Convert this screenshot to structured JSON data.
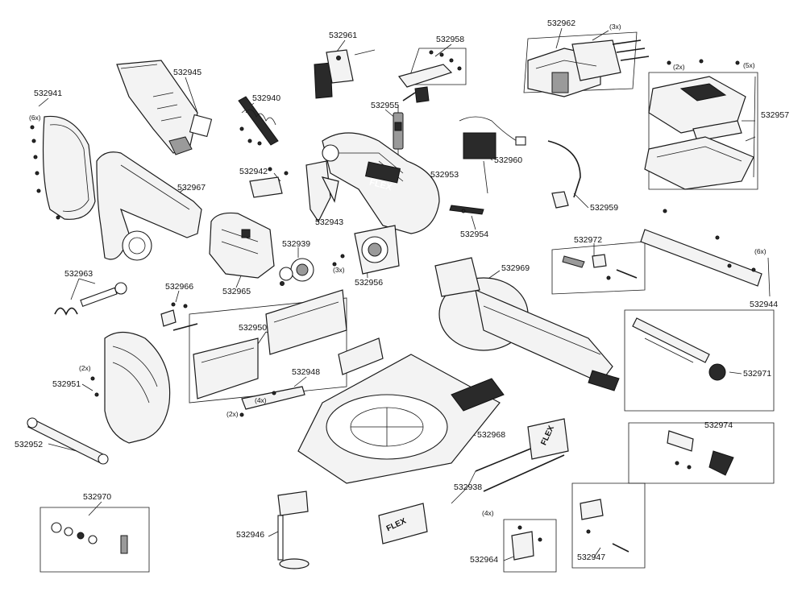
{
  "diagram": {
    "part_numbers": {
      "p532941": "532941",
      "p532945": "532945",
      "p532940": "532940",
      "p532961": "532961",
      "p532958": "532958",
      "p532962": "532962",
      "p532957": "532957",
      "p532955": "532955",
      "p532953": "532953",
      "p532960": "532960",
      "p532942": "532942",
      "p532943": "532943",
      "p532967": "532967",
      "p532954": "532954",
      "p532959": "532959",
      "p532939": "532939",
      "p532956": "532956",
      "p532965": "532965",
      "p532972": "532972",
      "p532944": "532944",
      "p532963": "532963",
      "p532966": "532966",
      "p532969": "532969",
      "p532950": "532950",
      "p532971": "532971",
      "p532951": "532951",
      "p532948": "532948",
      "p532968": "532968",
      "p532974": "532974",
      "p532952": "532952",
      "p532938": "532938",
      "p532970": "532970",
      "p532946": "532946",
      "p532964": "532964",
      "p532947": "532947"
    },
    "quantities": {
      "q_6x_left": "(6x)",
      "q_3x_top": "(3x)",
      "q_2x_case": "(2x)",
      "q_5x_case": "(5x)",
      "q_3x_mid": "(3x)",
      "q_6x_right": "(6x)",
      "q_2x_guard": "(2x)",
      "q_4x_fence": "(4x)",
      "q_2x_fence": "(2x)",
      "q_4x_rails": "(4x)"
    },
    "brand_marks": [
      "FLEX",
      "FLEX",
      "FLEX"
    ],
    "colors": {
      "line": "#1a1a1a",
      "fill_light": "#f3f3f3",
      "fill_dark": "#2a2a2a",
      "background": "#ffffff"
    }
  }
}
